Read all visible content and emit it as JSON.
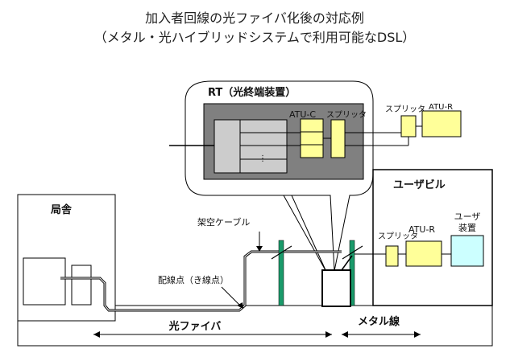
{
  "title_line1": "加入者回線の光ファイバ化後の対応例",
  "title_line2": "（メタル・光ハイブリッドシステムで利用可能なDSL）",
  "rt_label": "RT（光終端装置）",
  "atu_c_label": "ATU-C",
  "splitter_rt_label": "スプリッタ",
  "splitter_top_label": "スプリッタ",
  "atu_r_top_label": "ATU-R",
  "user_building_label": "ユーザビル",
  "splitter_user_label": "スプリッタ",
  "atu_r_user_label": "ATU-R",
  "user_device_line1": "ユーザ",
  "user_device_line2": "装置",
  "central_office_label": "局舎",
  "aerial_cable_label": "架空ケーブル",
  "distribution_point_label": "配線点（き線点）",
  "fiber_span_label": "光ファイバ",
  "metal_span_label": "メタル線",
  "colors": {
    "yellow_box": "#ffff99",
    "cyan_box": "#ccffff",
    "dark_gray": "#808080",
    "light_gray": "#cccccc",
    "pole_green": "#1a9a6a"
  }
}
